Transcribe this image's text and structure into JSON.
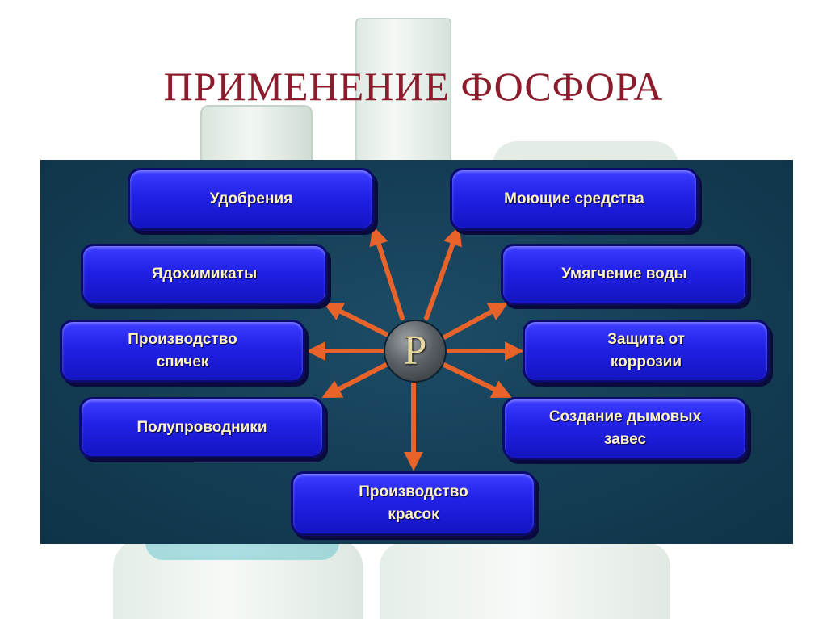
{
  "title": "ПРИМЕНЕНИЕ ФОСФОРА",
  "center_symbol": "P",
  "applications": {
    "fertilizers": "Удобрения",
    "detergents": "Моющие средства",
    "pesticides": "Ядохимикаты",
    "water_softening": "Умягчение воды",
    "matches": "Производство\nспичек",
    "corrosion": "Защита от\nкоррозии",
    "semiconductors": "Полупроводники",
    "smoke_screens": "Создание дымовых\nзавес",
    "paints": "Производство\nкрасок"
  },
  "colors": {
    "title": "#8b1c2c",
    "panel": "#143d55",
    "box": "#2121e6",
    "box_text": "#fff3c4",
    "arrow": "#e8632a"
  }
}
